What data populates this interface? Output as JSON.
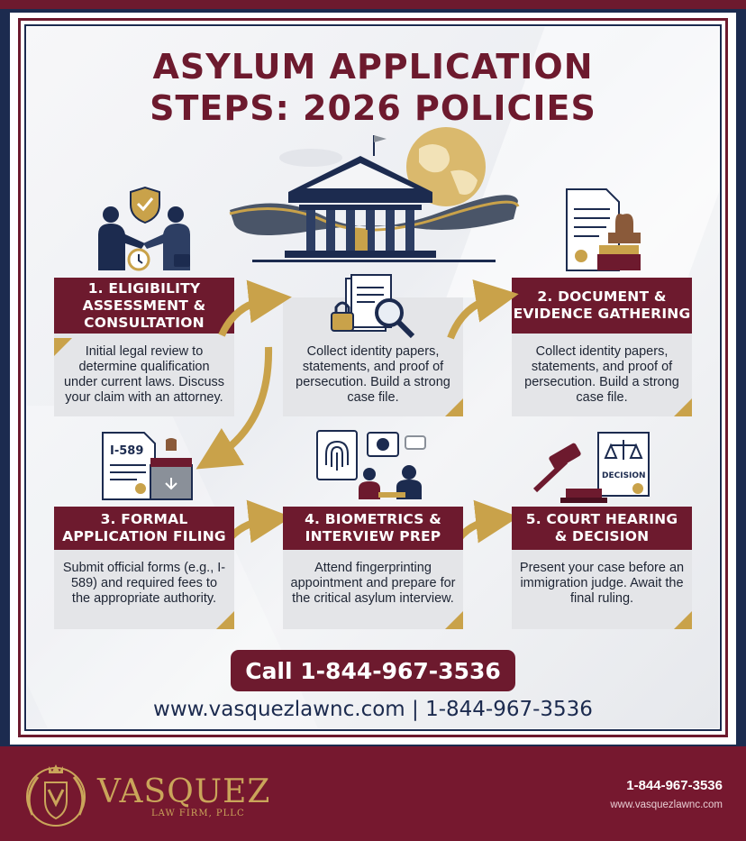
{
  "title": {
    "line1": "ASYLUM APPLICATION",
    "line2": "STEPS: 2026 POLICIES"
  },
  "steps": [
    {
      "heading_l1": "1. ELIGIBILITY",
      "heading_l2": "ASSESSMENT &",
      "heading_l3": "CONSULTATION",
      "body": "Initial legal review to determine qualification under current laws. Discuss your claim with an attorney."
    },
    {
      "heading_l1": "2. DOCUMENT &",
      "heading_l2": "EVIDENCE GATHERING",
      "body": "Collect identity papers, statements, and proof of persecution. Build a strong case file."
    },
    {
      "heading_l1": "3. FORMAL",
      "heading_l2": "APPLICATION FILING",
      "body": "Submit official forms (e.g., I-589) and required fees to the appropriate authority."
    },
    {
      "heading_l1": "4. BIOMETRICS &",
      "heading_l2": "INTERVIEW PREP",
      "body": "Attend fingerprinting appointment and prepare for the critical asylum interview."
    },
    {
      "heading_l1": "5. COURT HEARING",
      "heading_l2": "& DECISION",
      "body": "Present your case before an immigration judge. Await the final ruling."
    }
  ],
  "middle_card": {
    "body": "Collect identity papers, statements, and proof of persecution. Build a strong case file."
  },
  "icons": {
    "form_label": "I-589",
    "decision_label": "DECISION"
  },
  "cta": {
    "label": "Call 1-844-967-3536"
  },
  "web_line": "www.vasquezlawnc.com | 1-844-967-3536",
  "footer": {
    "brand": "VASQUEZ",
    "brand_sub": "LAW FIRM, PLLC",
    "phone": "1-844-967-3536",
    "url": "www.vasquezlawnc.com"
  },
  "colors": {
    "maroon": "#6d1a2e",
    "navy": "#1c2b4f",
    "gold": "#c9a24a",
    "card": "#e4e5e8"
  }
}
